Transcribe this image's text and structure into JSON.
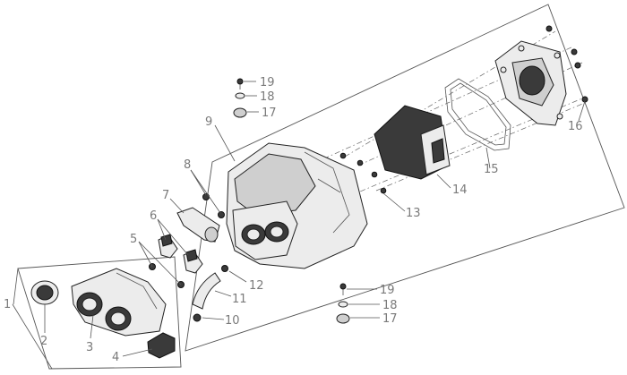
{
  "labels": {
    "n1": "1",
    "n2": "2",
    "n3": "3",
    "n4": "4",
    "n5": "5",
    "n6": "6",
    "n7": "7",
    "n8": "8",
    "n9": "9",
    "n10": "10",
    "n11": "11",
    "n12": "12",
    "n13": "13",
    "n14": "14",
    "n15": "15",
    "n16": "16",
    "n17a": "17",
    "n18a": "18",
    "n19a": "19",
    "n17b": "17",
    "n18b": "18",
    "n19b": "19"
  }
}
